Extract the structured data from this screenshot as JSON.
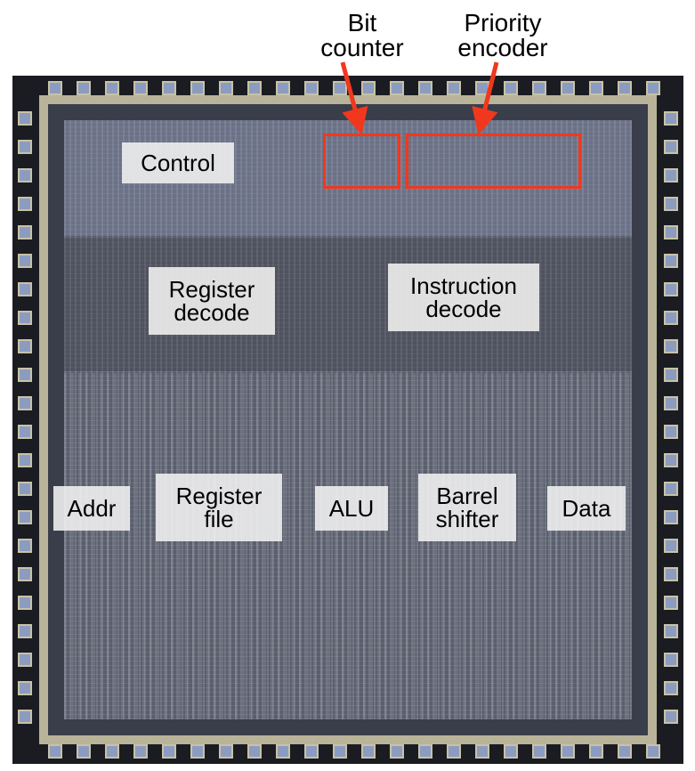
{
  "diagram": {
    "subject": "Microprocessor die photo with annotated functional blocks",
    "callouts": [
      {
        "id": "bit-counter",
        "text": "Bit counter",
        "lines": [
          "Bit",
          "counter"
        ]
      },
      {
        "id": "priority-encoder",
        "text": "Priority encoder",
        "lines": [
          "Priority",
          "encoder"
        ]
      }
    ],
    "blocks": [
      {
        "id": "control",
        "lines": [
          "Control"
        ]
      },
      {
        "id": "register-decode",
        "lines": [
          "Register",
          "decode"
        ]
      },
      {
        "id": "instruction-decode",
        "lines": [
          "Instruction",
          "decode"
        ]
      },
      {
        "id": "addr",
        "lines": [
          "Addr"
        ]
      },
      {
        "id": "register-file",
        "lines": [
          "Register",
          "file"
        ]
      },
      {
        "id": "alu",
        "lines": [
          "ALU"
        ]
      },
      {
        "id": "barrel-shifter",
        "lines": [
          "Barrel",
          "shifter"
        ]
      },
      {
        "id": "data",
        "lines": [
          "Data"
        ]
      }
    ],
    "highlight_color": "#f0381e",
    "label_bg": "#eeeeee"
  }
}
